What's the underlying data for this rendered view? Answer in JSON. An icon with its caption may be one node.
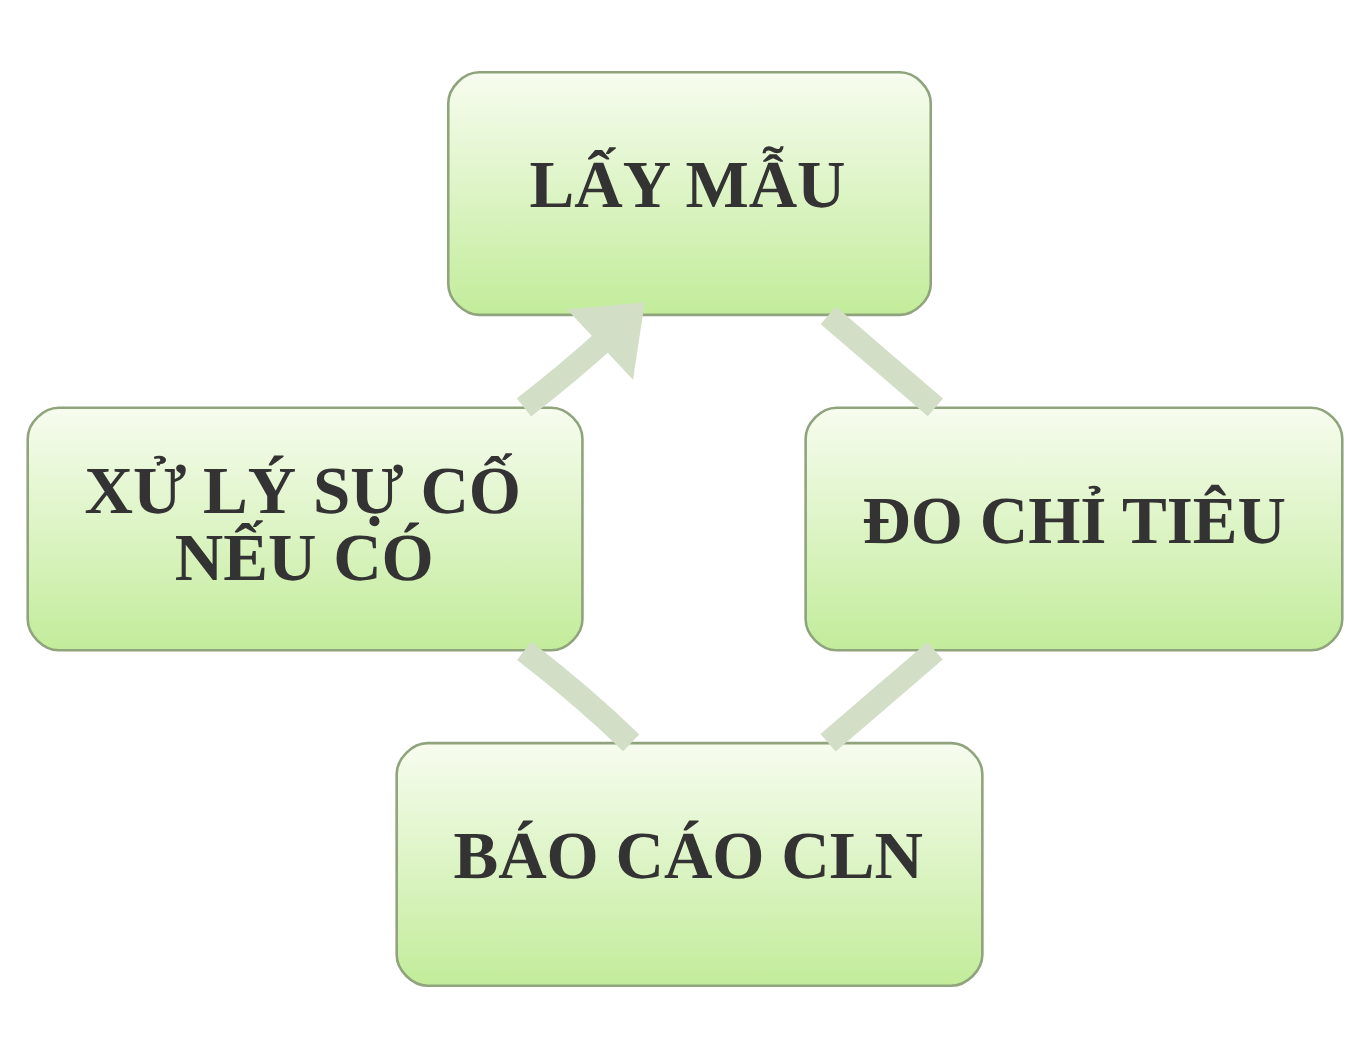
{
  "diagram": {
    "nodes": [
      {
        "text": [
          "LẤY MẪU"
        ]
      },
      {
        "text": [
          "ĐO CHỈ TIÊU"
        ]
      },
      {
        "text": [
          "BÁO CÁO CLN"
        ]
      },
      {
        "text": [
          "XỬ LÝ SỰ CỐ NẾU CÓ"
        ]
      }
    ],
    "edges": [
      {
        "from": 0,
        "to": 1,
        "arrow": "none"
      },
      {
        "from": 1,
        "to": 2,
        "arrow": "none"
      },
      {
        "from": 2,
        "to": 3,
        "arrow": "none"
      },
      {
        "from": 3,
        "to": 0,
        "arrow": "to"
      }
    ]
  }
}
